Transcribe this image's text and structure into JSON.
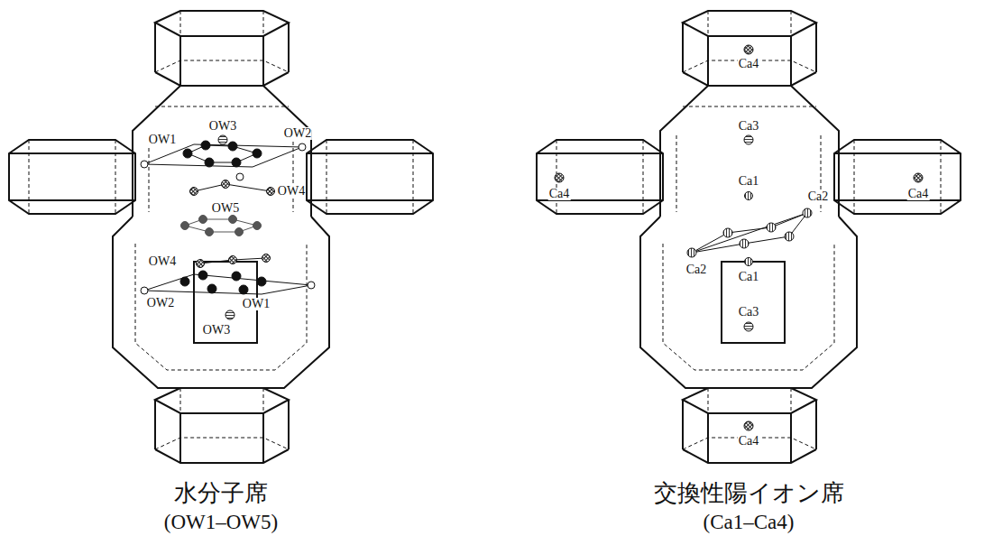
{
  "diagram": {
    "labels": [
      "OW3",
      "OW1",
      "OW2",
      "OW4",
      "OW5",
      "OW4",
      "OW2",
      "OW1",
      "OW3",
      "水分子席",
      "(OW1–OW5)",
      "Ca4",
      "Ca3",
      "Ca4",
      "Ca1",
      "Ca2",
      "Ca4",
      "Ca2",
      "Ca1",
      "Ca3",
      "Ca4",
      "交換性陽イオン席",
      "(Ca1–Ca4)"
    ]
  }
}
